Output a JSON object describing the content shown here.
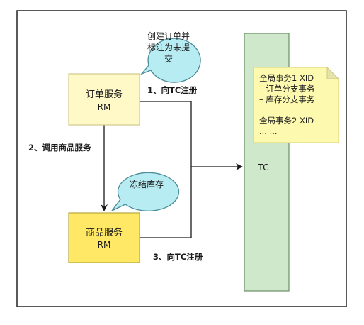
{
  "order_service": {
    "name": "订单服务",
    "role": "RM"
  },
  "product_service": {
    "name": "商品服务",
    "role": "RM"
  },
  "tc": {
    "label": "TC"
  },
  "bubble_order": {
    "lines": [
      "创建订单并",
      "标注为未提",
      "交"
    ]
  },
  "bubble_stock": {
    "text": "冻结库存"
  },
  "edges": {
    "order_to_tc": "1、向TC注册",
    "order_to_product": "2、调用商品服务",
    "product_to_tc": "3、向TC注册"
  },
  "note": {
    "lines": [
      "全局事务1 XID",
      "– 订单分支事务",
      "– 库存分支事务",
      "",
      "全局事务2 XID",
      "... ..."
    ]
  },
  "colors": {
    "order_fill": "#fff9c8",
    "product_fill": "#ffe866",
    "tc_fill": "#cfe7cb",
    "bubble_fill": "#b8ecf3",
    "note_fill": "#fdfab0"
  }
}
